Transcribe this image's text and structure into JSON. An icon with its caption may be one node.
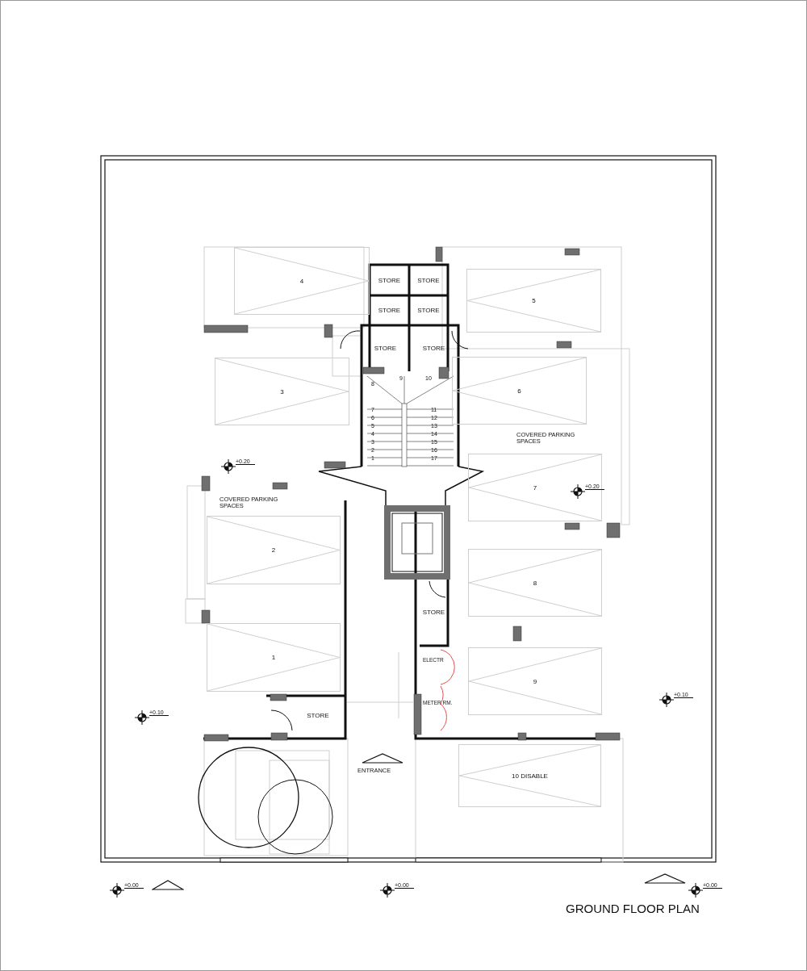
{
  "diagram": {
    "title": "GROUND FLOOR PLAN",
    "nodes": [
      {
        "text": [
          "4"
        ]
      },
      {
        "text": [
          "STORE"
        ]
      },
      {
        "text": [
          "STORE"
        ]
      },
      {
        "text": [
          "5"
        ]
      },
      {
        "text": [
          "STORE"
        ]
      },
      {
        "text": [
          "STORE"
        ]
      },
      {
        "text": [
          "STORE"
        ]
      },
      {
        "text": [
          "STORE"
        ]
      },
      {
        "text": [
          "3"
        ]
      },
      {
        "text": [
          "6"
        ]
      },
      {
        "text": [
          "7"
        ]
      },
      {
        "text": [
          "2"
        ]
      },
      {
        "text": [
          "8"
        ]
      },
      {
        "text": [
          "STORE"
        ]
      },
      {
        "text": [
          "1"
        ]
      },
      {
        "text": [
          "ELECTR"
        ]
      },
      {
        "text": [
          "9"
        ]
      },
      {
        "text": [
          "METER RM."
        ]
      },
      {
        "text": [
          "STORE"
        ]
      },
      {
        "text": [
          "10  DISABLE"
        ]
      }
    ],
    "edges": [],
    "labels": [
      "9",
      "10",
      "8",
      "7",
      "11",
      "6",
      "12",
      "5",
      "13",
      "4",
      "14",
      "3",
      "15",
      "2",
      "16",
      "1",
      "17",
      "COVERED PARKING SPACES",
      "+0.20",
      "+0.20",
      "COVERED PARKING SPACES",
      "+0.10",
      "+0.10",
      "ENTRANCE",
      "+0.00",
      "+0.00",
      "+0.00"
    ]
  }
}
